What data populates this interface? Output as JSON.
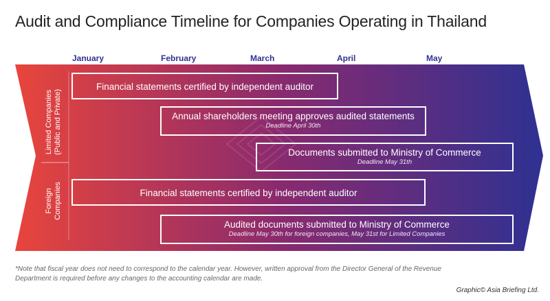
{
  "title": "Audit and Compliance Timeline for Companies Operating in Thailand",
  "months": [
    "January",
    "February",
    "March",
    "April",
    "May"
  ],
  "colors": {
    "gradient_start": "#e8453c",
    "gradient_mid": "#8a2a6e",
    "gradient_end": "#2e3192",
    "month_text": "#2e3192"
  },
  "groups": [
    {
      "label_line1": "Limited Companies",
      "label_line2": "(Public and Private)"
    },
    {
      "label_line1": "Foreign",
      "label_line2": "Companies"
    }
  ],
  "bars": [
    {
      "text": "Financial statements certified by independent auditor",
      "note": ""
    },
    {
      "text": "Annual shareholders meeting approves audited statements",
      "note": "Deadline April 30th"
    },
    {
      "text": "Documents submitted to Ministry of Commerce",
      "note": "Deadline May 31th"
    },
    {
      "text": "Financial statements certified by independent auditor",
      "note": ""
    },
    {
      "text": "Audited documents submitted to Ministry of Commerce",
      "note": "Deadline May 30th for foreign companies, May 31st for Limited Companies"
    }
  ],
  "footnote": "*Note that fiscal year does not need to correspond to the calendar year. However, written approval from the Director General of the Revenue Department is required before any changes to the accounting calendar are made.",
  "credit": "Graphic© Asia Briefing Ltd."
}
